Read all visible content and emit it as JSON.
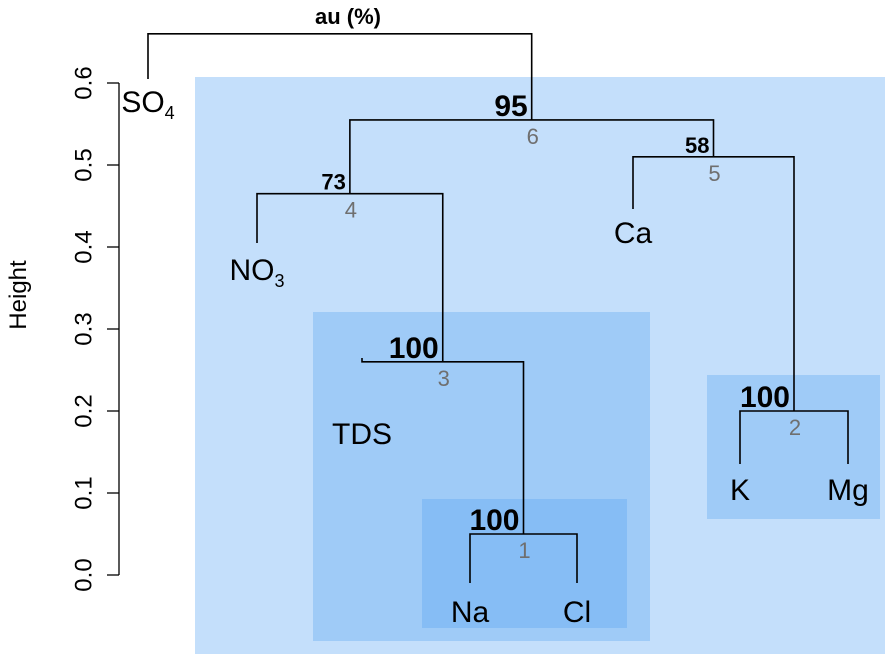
{
  "chart_data": {
    "type": "dendrogram",
    "title": "au (%)",
    "ylabel": "Height",
    "ylim": [
      0,
      0.66
    ],
    "yticks": [
      {
        "value": 0.0,
        "label": "0.0"
      },
      {
        "value": 0.1,
        "label": "0.1"
      },
      {
        "value": 0.2,
        "label": "0.2"
      },
      {
        "value": 0.3,
        "label": "0.3"
      },
      {
        "value": 0.4,
        "label": "0.4"
      },
      {
        "value": 0.5,
        "label": "0.5"
      },
      {
        "value": 0.6,
        "label": "0.6"
      }
    ],
    "leaves": [
      {
        "id": "SO4",
        "label": "SO",
        "sub": "4"
      },
      {
        "id": "NO3",
        "label": "NO",
        "sub": "3"
      },
      {
        "id": "TDS",
        "label": "TDS",
        "sub": ""
      },
      {
        "id": "Na",
        "label": "Na",
        "sub": ""
      },
      {
        "id": "Cl",
        "label": "Cl",
        "sub": ""
      },
      {
        "id": "Ca",
        "label": "Ca",
        "sub": ""
      },
      {
        "id": "K",
        "label": "K",
        "sub": ""
      },
      {
        "id": "Mg",
        "label": "Mg",
        "sub": ""
      }
    ],
    "merges": [
      {
        "edge": "1",
        "au": "100",
        "height": 0.05,
        "left": "Na",
        "right": "Cl"
      },
      {
        "edge": "2",
        "au": "100",
        "height": 0.2,
        "left": "K",
        "right": "Mg"
      },
      {
        "edge": "3",
        "au": "100",
        "height": 0.26,
        "left": "TDS",
        "right": "1"
      },
      {
        "edge": "4",
        "au": "73",
        "height": 0.465,
        "left": "NO3",
        "right": "3"
      },
      {
        "edge": "5",
        "au": "58",
        "height": 0.51,
        "left": "Ca",
        "right": "2"
      },
      {
        "edge": "6",
        "au": "95",
        "height": 0.555,
        "left": "4",
        "right": "5"
      },
      {
        "edge": "",
        "au": "",
        "height": 0.66,
        "left": "SO4",
        "right": "6"
      }
    ],
    "highlighted_clusters": [
      {
        "members": [
          "NO3",
          "TDS",
          "Na",
          "Cl",
          "Ca",
          "K",
          "Mg"
        ],
        "color": "#c4dffb"
      },
      {
        "members": [
          "TDS",
          "Na",
          "Cl"
        ],
        "color": "#9fcbf7"
      },
      {
        "members": [
          "K",
          "Mg"
        ],
        "color": "#9fcbf7"
      },
      {
        "members": [
          "Na",
          "Cl"
        ],
        "color": "#86bdf5"
      }
    ]
  }
}
